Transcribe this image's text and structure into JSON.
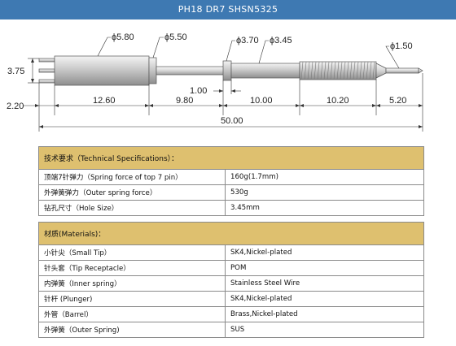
{
  "title": "PH18 DR7 SHSN5325",
  "drawing": {
    "diameters": {
      "barrel": "ϕ5.80",
      "collar": "ϕ5.50",
      "plunger_ring": "ϕ3.70",
      "plunger_body": "ϕ3.45",
      "tip": "ϕ1.50"
    },
    "dims": {
      "tip_height": "3.75",
      "ring": "1.00",
      "crown": "2.20",
      "barrel_len": "12.60",
      "collar_gap": "9.80",
      "ring_gap": "10.00",
      "spring": "10.20",
      "tip_len": "5.20",
      "total": "50.00"
    }
  },
  "tech": {
    "header": "技术要求（Technical Specifications）：",
    "rows": [
      {
        "label": "顶端7针弹力（Spring force of top 7 pin）",
        "value": "160g(1.7mm)"
      },
      {
        "label": "外弹簧弹力（Outer spring force）",
        "value": "530g"
      },
      {
        "label": "钻孔尺寸（Hole Size）",
        "value": "3.45mm"
      }
    ]
  },
  "materials": {
    "header": "材质(Materials)：",
    "rows": [
      {
        "label": "小针尖（Small Tip）",
        "value": "SK4,Nickel-plated"
      },
      {
        "label": "针头套（Tip Receptacle）",
        "value": "POM"
      },
      {
        "label": "内弹簧（Inner spring）",
        "value": "Stainless Steel Wire"
      },
      {
        "label": "针杆 (Plunger)",
        "value": "SK4,Nickel-plated"
      },
      {
        "label": "外管（Barrel）",
        "value": "Brass,Nickel-plated"
      },
      {
        "label": "外弹簧（Outer Spring)",
        "value": "SUS"
      }
    ]
  }
}
